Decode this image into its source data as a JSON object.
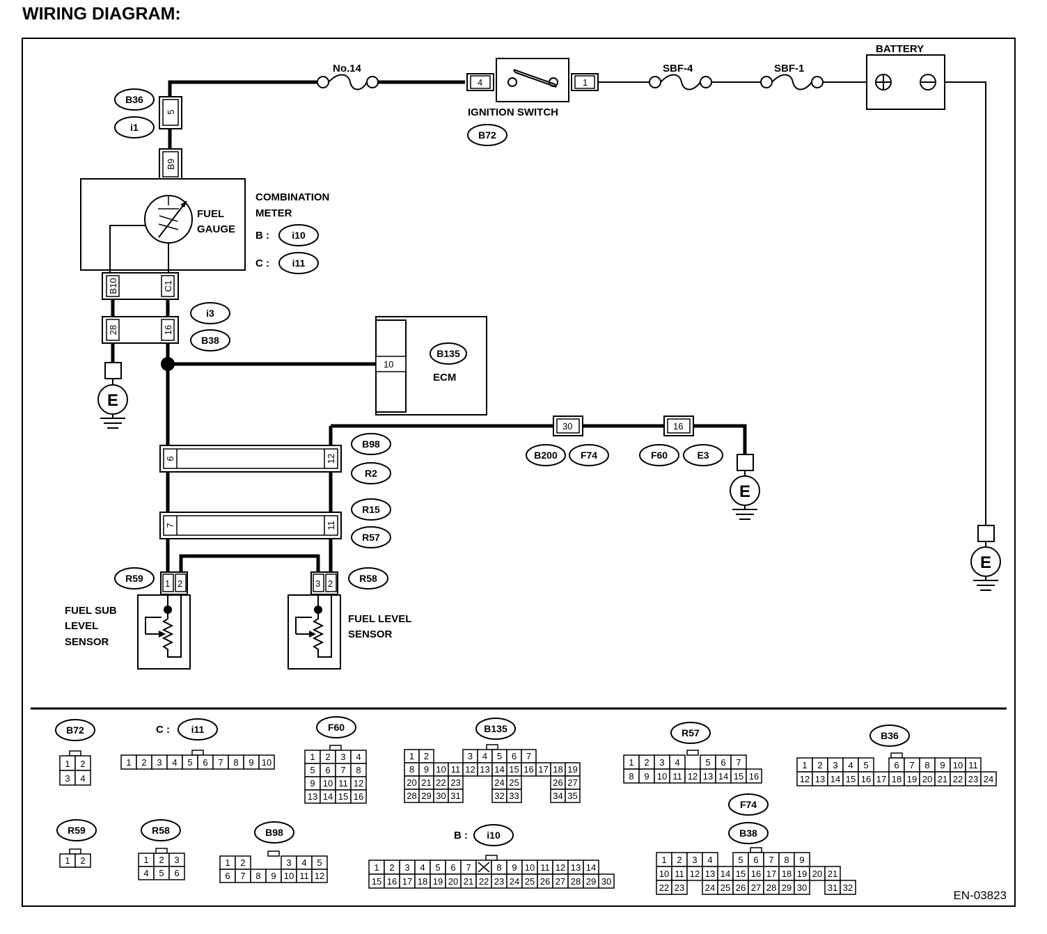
{
  "title": "WIRING DIAGRAM:",
  "footer_code": "EN-03823",
  "components": {
    "fuse_no14": "No.14",
    "ignition_switch": "IGNITION SWITCH",
    "fuse_sbf4": "SBF-4",
    "fuse_sbf1": "SBF-1",
    "battery": "BATTERY",
    "fuel_gauge": [
      "FUEL",
      "GAUGE"
    ],
    "combination_meter": [
      "COMBINATION",
      "METER"
    ],
    "meter_conn_b": "B :",
    "meter_conn_c": "C :",
    "ecm": "ECM",
    "fuel_sub_level_sensor": [
      "FUEL SUB",
      "LEVEL",
      "SENSOR"
    ],
    "fuel_level_sensor": [
      "FUEL LEVEL",
      "SENSOR"
    ],
    "ground": "E"
  },
  "pins": {
    "ign_4": "4",
    "ign_1": "1",
    "b36_5": "5",
    "b9": "B9",
    "b10": "B10",
    "c1": "C1",
    "j28": "28",
    "j16": "16",
    "ecm_10": "10",
    "j30": "30",
    "j16b": "16",
    "r2_6": "6",
    "r2_12": "12",
    "r57_7": "7",
    "r57_11": "11",
    "r59_1": "1",
    "r59_2": "2",
    "r58_3": "3",
    "r58_2": "2"
  },
  "connector_ids": {
    "b36": "B36",
    "i1": "i1",
    "b72": "B72",
    "i10": "i10",
    "i11": "i11",
    "i3": "i3",
    "b38": "B38",
    "b135": "B135",
    "b98": "B98",
    "r2": "R2",
    "r15": "R15",
    "r57": "R57",
    "b200": "B200",
    "f74": "F74",
    "f60": "F60",
    "e3": "E3",
    "r59": "R59",
    "r58": "R58"
  },
  "connector_views": [
    {
      "id": "B72",
      "rows": [
        [
          "1",
          "2"
        ],
        [
          "3",
          "4"
        ]
      ]
    },
    {
      "id": "i11",
      "prefix": "C :",
      "rows": [
        [
          "1",
          "2",
          "3",
          "4",
          "5",
          "6",
          "7",
          "8",
          "9",
          "10"
        ]
      ]
    },
    {
      "id": "F60",
      "rows": [
        [
          "1",
          "2",
          "3",
          "4"
        ],
        [
          "5",
          "6",
          "7",
          "8"
        ],
        [
          "9",
          "10",
          "11",
          "12"
        ],
        [
          "13",
          "14",
          "15",
          "16"
        ]
      ]
    },
    {
      "id": "B135",
      "rows": [
        [
          "1",
          "2",
          "",
          "",
          "3",
          "4",
          "5",
          "6",
          "7"
        ],
        [
          "8",
          "9",
          "10",
          "11",
          "12",
          "13",
          "14",
          "15",
          "16",
          "17",
          "18",
          "19"
        ],
        [
          "20",
          "21",
          "22",
          "23",
          "",
          "",
          "24",
          "25",
          "",
          "",
          "26",
          "27"
        ],
        [
          "28",
          "29",
          "30",
          "31",
          "",
          "",
          "32",
          "33",
          "",
          "",
          "34",
          "35"
        ]
      ]
    },
    {
      "id": "R57",
      "rows": [
        [
          "1",
          "2",
          "3",
          "4",
          "",
          "5",
          "6",
          "7"
        ],
        [
          "8",
          "9",
          "10",
          "11",
          "12",
          "13",
          "14",
          "15",
          "16"
        ]
      ]
    },
    {
      "id": "B36",
      "rows": [
        [
          "1",
          "2",
          "3",
          "4",
          "5",
          "",
          "6",
          "7",
          "8",
          "9",
          "10",
          "11"
        ],
        [
          "12",
          "13",
          "14",
          "15",
          "16",
          "17",
          "18",
          "19",
          "20",
          "21",
          "22",
          "23",
          "24"
        ]
      ]
    },
    {
      "id": "R59",
      "rows": [
        [
          "1",
          "2"
        ]
      ]
    },
    {
      "id": "R58",
      "rows": [
        [
          "1",
          "2",
          "3"
        ],
        [
          "4",
          "5",
          "6"
        ]
      ]
    },
    {
      "id": "B98",
      "rows": [
        [
          "1",
          "2",
          "",
          "",
          "3",
          "4",
          "5"
        ],
        [
          "6",
          "7",
          "8",
          "9",
          "10",
          "11",
          "12"
        ]
      ]
    },
    {
      "id": "i10",
      "prefix": "B :",
      "rows": [
        [
          "1",
          "2",
          "3",
          "4",
          "5",
          "6",
          "7",
          "X",
          "8",
          "9",
          "10",
          "11",
          "12",
          "13",
          "14"
        ],
        [
          "15",
          "16",
          "17",
          "18",
          "19",
          "20",
          "21",
          "22",
          "23",
          "24",
          "25",
          "26",
          "27",
          "28",
          "29",
          "30"
        ]
      ]
    },
    {
      "id": "F74",
      "shares_with": "B38"
    },
    {
      "id": "B38",
      "rows": [
        [
          "1",
          "2",
          "3",
          "4",
          "",
          "5",
          "6",
          "7",
          "8",
          "9"
        ],
        [
          "10",
          "11",
          "12",
          "13",
          "14",
          "15",
          "16",
          "17",
          "18",
          "19",
          "20",
          "21"
        ],
        [
          "22",
          "23",
          "",
          "24",
          "25",
          "26",
          "27",
          "28",
          "29",
          "30",
          "",
          "31",
          "32"
        ]
      ]
    }
  ]
}
